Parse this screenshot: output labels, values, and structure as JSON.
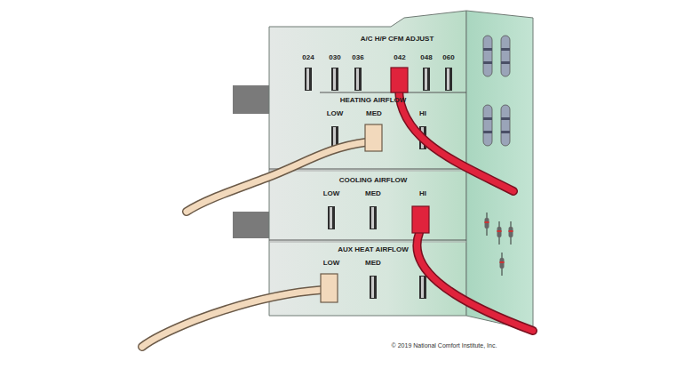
{
  "diagram": {
    "nodes": [
      {
        "text": [
          "A/C H/P CFM ADJUST",
          "024",
          "030",
          "036",
          "042",
          "048",
          "060"
        ]
      },
      {
        "text": [
          "HEATING AIRFLOW",
          "LOW",
          "MED",
          "HI"
        ]
      },
      {
        "text": [
          "COOLING AIRFLOW",
          "LOW",
          "MED",
          "HI"
        ]
      },
      {
        "text": [
          "AUX HEAT AIRFLOW",
          "LOW",
          "MED"
        ]
      }
    ],
    "labels": [
      "© 2019 National Comfort Institute, Inc."
    ]
  }
}
